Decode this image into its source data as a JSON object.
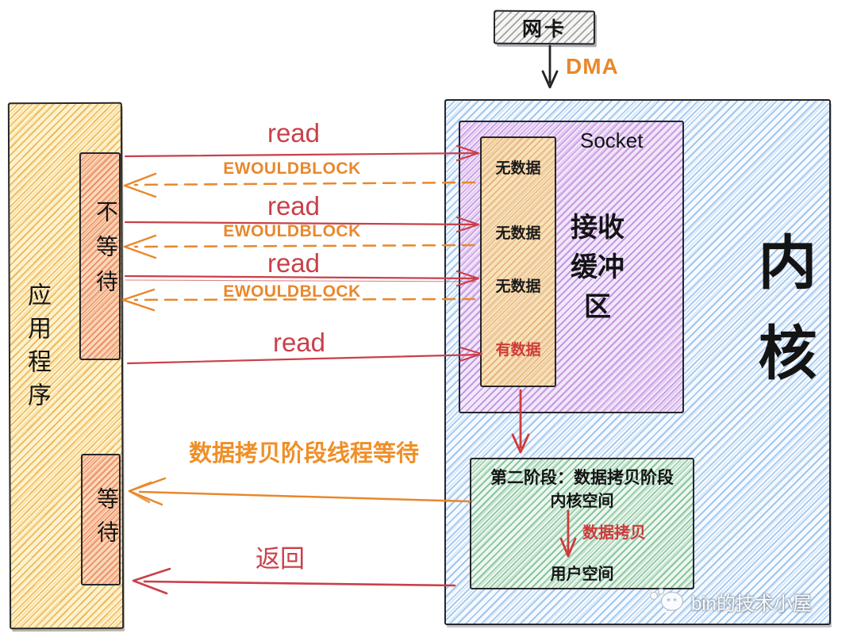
{
  "colors": {
    "read_red": "#c9404a",
    "block_orange": "#e8882c",
    "data_red": "#cf3a3a",
    "ink_black": "#242424"
  },
  "nic": {
    "label": "网卡"
  },
  "dma": {
    "label": "DMA"
  },
  "app": {
    "label": "应用程序",
    "nowait_label": "不等待",
    "wait_label": "等待"
  },
  "kernel": {
    "label": "内核"
  },
  "socket": {
    "label": "Socket",
    "recv_buffer_lines": [
      "接收",
      "缓冲",
      "区"
    ],
    "buffer_items": [
      {
        "text": "无数据"
      },
      {
        "text": "无数据"
      },
      {
        "text": "无数据"
      },
      {
        "text": "有数据"
      }
    ]
  },
  "flow": {
    "read1": "read",
    "ewouldblock1": "EWOULDBLOCK",
    "read2": "read",
    "ewouldblock2": "EWOULDBLOCK",
    "read3": "read",
    "ewouldblock3": "EWOULDBLOCK",
    "read4": "read",
    "copy_wait": "数据拷贝阶段线程等待",
    "return": "返回"
  },
  "phase2": {
    "title": "第二阶段：数据拷贝阶段",
    "kernel_space": "内核空间",
    "copy_label": "数据拷贝",
    "user_space": "用户空间"
  },
  "watermark": {
    "text": "bin的技术小屋",
    "icon": "wechat-icon"
  }
}
